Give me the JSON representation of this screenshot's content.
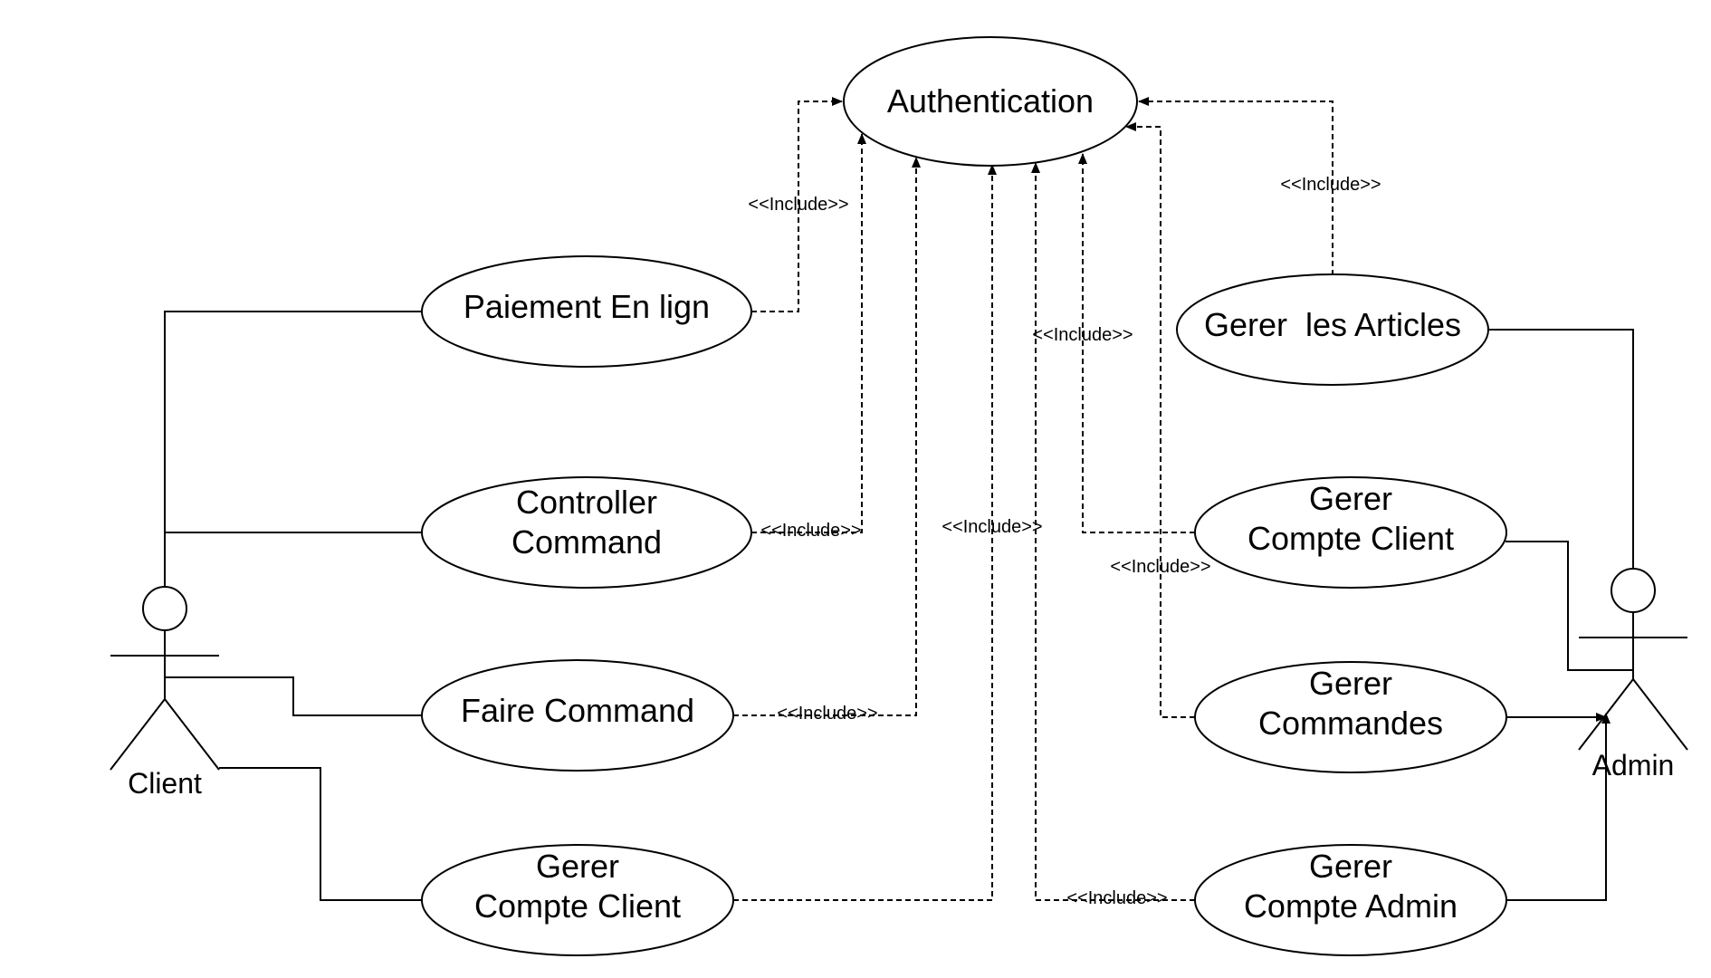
{
  "usecases": {
    "authentication": [
      "Authentication"
    ],
    "paiement": [
      "Paiement En lign"
    ],
    "controller": [
      "Controller",
      "Command"
    ],
    "faire": [
      "Faire Command"
    ],
    "gerer_compte_client_left": [
      "Gerer",
      "Compte Client"
    ],
    "gerer_articles": [
      "Gerer  les Articles"
    ],
    "gerer_compte_client_right": [
      "Gerer",
      "Compte Client"
    ],
    "gerer_commandes": [
      "Gerer",
      "Commandes"
    ],
    "gerer_compte_admin": [
      "Gerer",
      "Compte Admin"
    ]
  },
  "actors": {
    "client": "Client",
    "admin": "Admin"
  },
  "include_label": "<<Include>>"
}
